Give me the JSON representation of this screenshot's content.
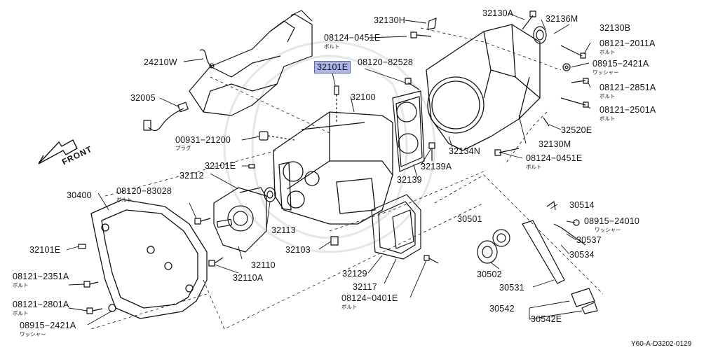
{
  "diagram": {
    "front_label": "FRONT",
    "figure_code": "Y60-A-D3202-0129",
    "subtitles": {
      "bolt": "ボルト",
      "washer": "ワッシャー",
      "plug": "プラグ"
    },
    "highlight_color": "#aab6e8",
    "parts": [
      {
        "id": "32130H",
        "label": "32130H"
      },
      {
        "id": "32130A",
        "label": "32130A"
      },
      {
        "id": "32136M",
        "label": "32136M"
      },
      {
        "id": "32130B",
        "label": "32130B"
      },
      {
        "id": "08124-0451E-top",
        "label": "08124−0451E"
      },
      {
        "id": "08120-82528",
        "label": "08120−82528"
      },
      {
        "id": "08121-2011A",
        "label": "08121−2011A"
      },
      {
        "id": "08915-2421A-right",
        "label": "08915−2421A"
      },
      {
        "id": "08121-2851A",
        "label": "08121−2851A"
      },
      {
        "id": "08121-2501A",
        "label": "08121−2501A"
      },
      {
        "id": "32520E",
        "label": "32520E"
      },
      {
        "id": "32130M",
        "label": "32130M"
      },
      {
        "id": "08124-0451E-right",
        "label": "08124−0451E"
      },
      {
        "id": "32134N",
        "label": "32134N"
      },
      {
        "id": "32139A",
        "label": "32139A"
      },
      {
        "id": "32139",
        "label": "32139"
      },
      {
        "id": "24210W",
        "label": "24210W"
      },
      {
        "id": "32101E-top",
        "label": "32101E"
      },
      {
        "id": "32100",
        "label": "32100"
      },
      {
        "id": "32005",
        "label": "32005"
      },
      {
        "id": "00931-21200",
        "label": "00931−21200"
      },
      {
        "id": "32101E-mid",
        "label": "32101E"
      },
      {
        "id": "32112",
        "label": "32112"
      },
      {
        "id": "30400",
        "label": "30400"
      },
      {
        "id": "08120-83028",
        "label": "08120−83028"
      },
      {
        "id": "32113",
        "label": "32113"
      },
      {
        "id": "32103",
        "label": "32103"
      },
      {
        "id": "32101E-left",
        "label": "32101E"
      },
      {
        "id": "32110",
        "label": "32110"
      },
      {
        "id": "32110A",
        "label": "32110A"
      },
      {
        "id": "08121-2351A",
        "label": "08121−2351A"
      },
      {
        "id": "08121-2801A",
        "label": "08121−2801A"
      },
      {
        "id": "08915-2421A-left",
        "label": "08915−2421A"
      },
      {
        "id": "32129",
        "label": "32129"
      },
      {
        "id": "32117",
        "label": "32117"
      },
      {
        "id": "08124-0401E",
        "label": "08124−0401E"
      },
      {
        "id": "30514",
        "label": "30514"
      },
      {
        "id": "08915-24010",
        "label": "08915−24010"
      },
      {
        "id": "30501",
        "label": "30501"
      },
      {
        "id": "30537",
        "label": "30537"
      },
      {
        "id": "30534",
        "label": "30534"
      },
      {
        "id": "30502",
        "label": "30502"
      },
      {
        "id": "30531",
        "label": "30531"
      },
      {
        "id": "30542",
        "label": "30542"
      },
      {
        "id": "30542E",
        "label": "30542E"
      }
    ]
  }
}
